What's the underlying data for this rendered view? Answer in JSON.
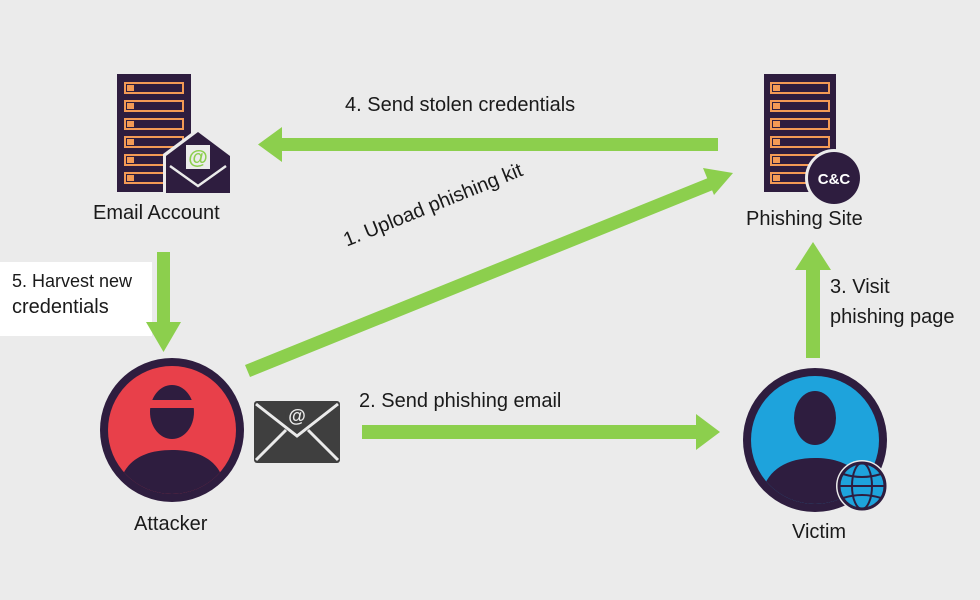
{
  "nodes": {
    "email_account": "Email Account",
    "phishing_site": "Phishing Site",
    "attacker": "Attacker",
    "victim": "Victim",
    "cc_badge": "C&C"
  },
  "steps": {
    "upload": "1. Upload phishing kit",
    "send_email": "2. Send phishing email",
    "visit_line1": "3. Visit",
    "visit_line2": "phishing page",
    "send_creds": "4. Send stolen credentials",
    "harvest_line1": "5. Harvest new",
    "harvest_line2": "credentials"
  },
  "colors": {
    "background": "#ebebeb",
    "arrow": "#8ccf4d",
    "server": "#2e1d3f",
    "server_slot": "#f39a55",
    "attacker_bg": "#e8404a",
    "victim_bg": "#1ea3dc",
    "ring": "#2e1d3f",
    "envelope": "#3f3f3f"
  },
  "icons": {
    "email_account": "email-server-icon",
    "phishing_site": "cc-server-icon",
    "attacker": "hacker-avatar-icon",
    "victim": "user-avatar-icon",
    "phishing_email": "envelope-icon"
  }
}
